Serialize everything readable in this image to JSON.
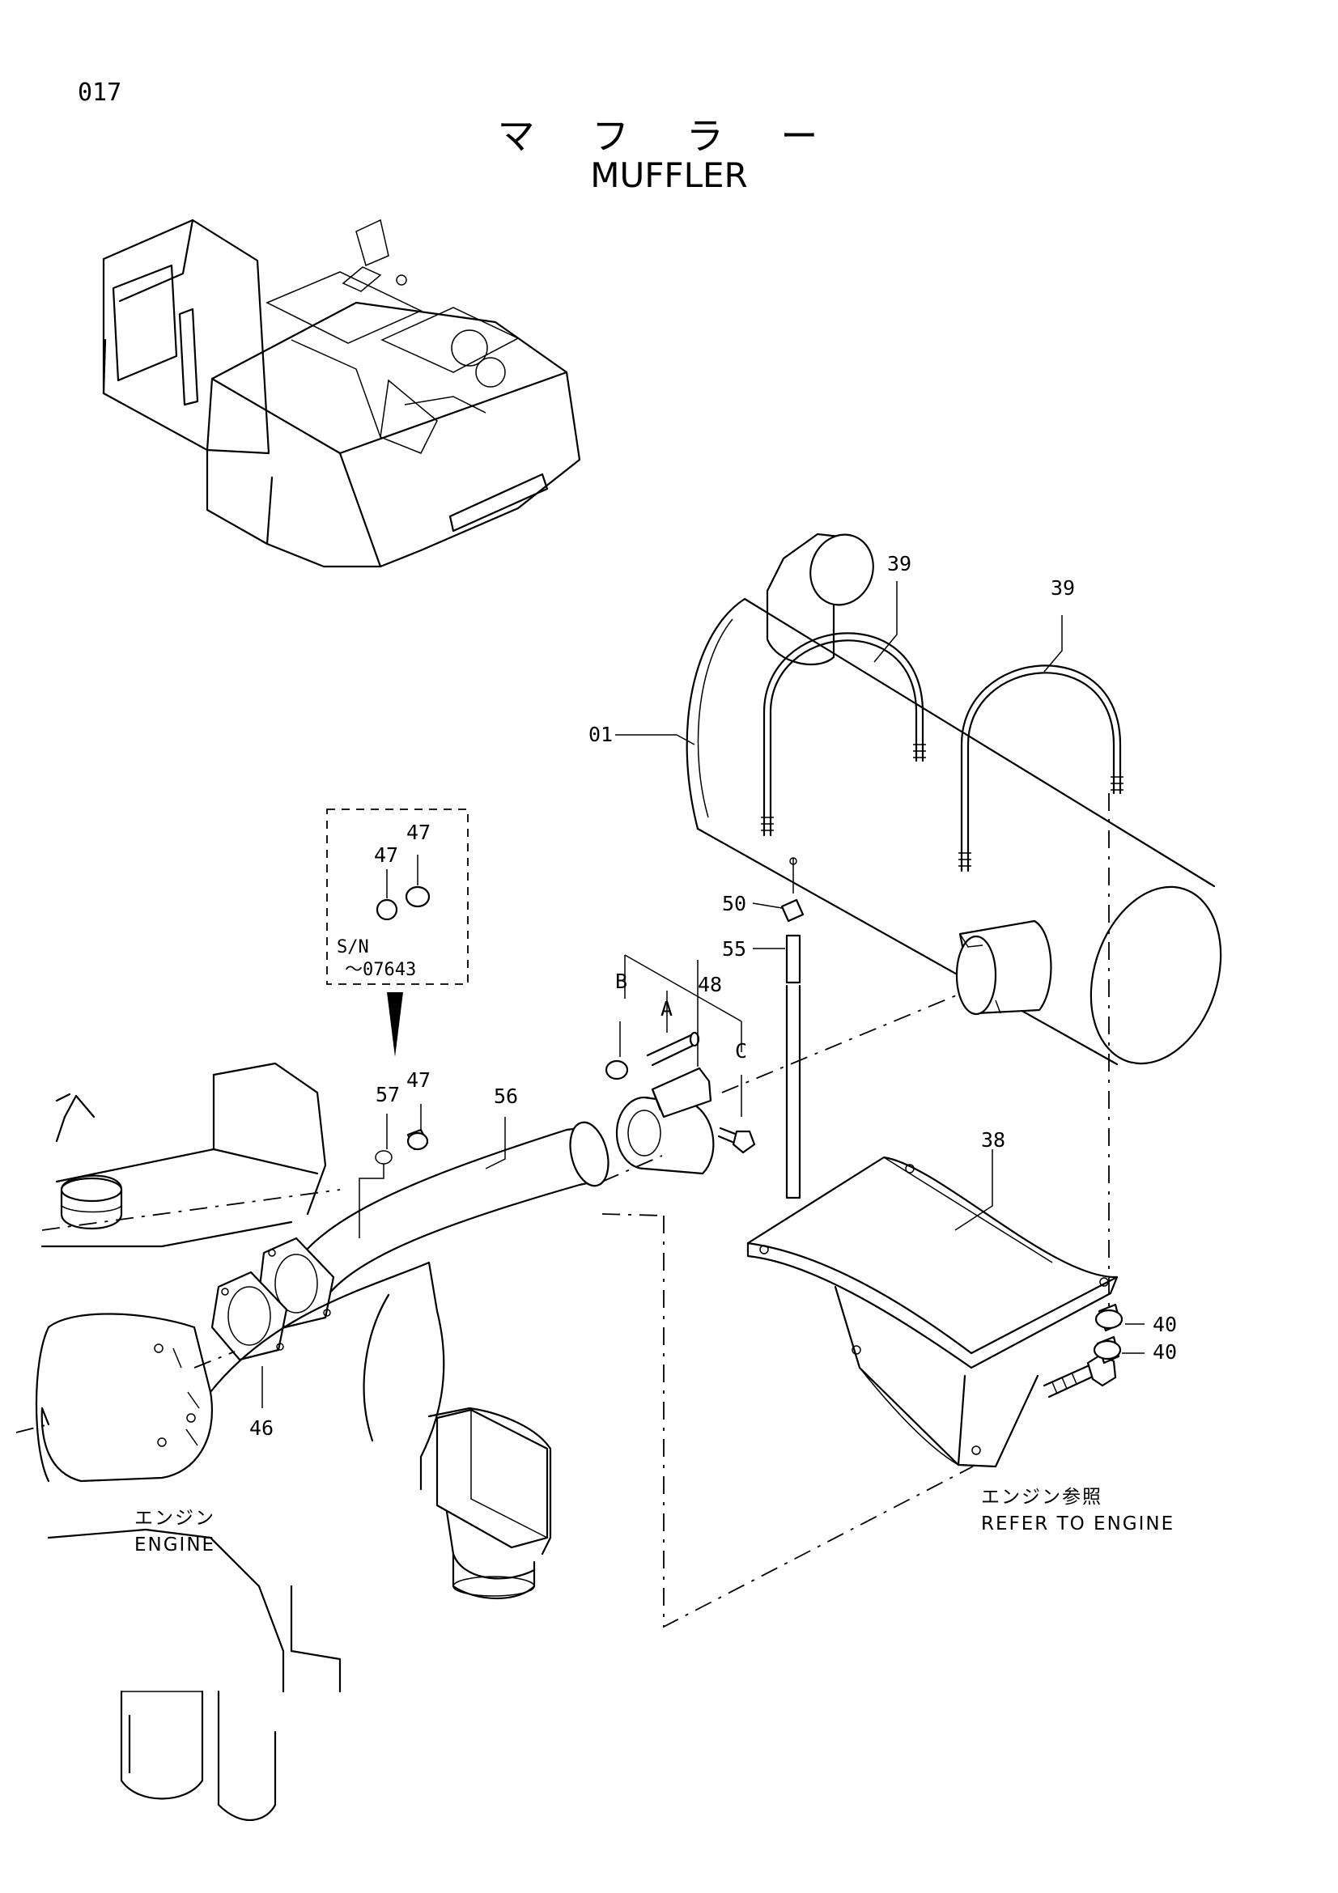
{
  "page_number": "017",
  "title_jp": "マ フ ラ ー",
  "title_en": "MUFFLER",
  "labels": {
    "p01": "01",
    "p39a": "39",
    "p39b": "39",
    "p50": "50",
    "p55": "55",
    "p48": "48",
    "pA": "A",
    "pB": "B",
    "pC": "C",
    "p47a": "47",
    "p47b": "47",
    "p47c": "47",
    "p57": "57",
    "p56": "56",
    "p38": "38",
    "p40a": "40",
    "p40b": "40",
    "p46": "46"
  },
  "serial_box": {
    "label": "S/N",
    "range": "～07643"
  },
  "notes": {
    "engine_jp": "エンジン",
    "engine_en": "ENGINE",
    "refer_jp": "エンジン参照",
    "refer_en": "REFER TO ENGINE"
  },
  "icons": [
    "excavator-overview",
    "muffler",
    "u-bolt",
    "exhaust-pipe",
    "clamp",
    "bracket",
    "engine"
  ]
}
